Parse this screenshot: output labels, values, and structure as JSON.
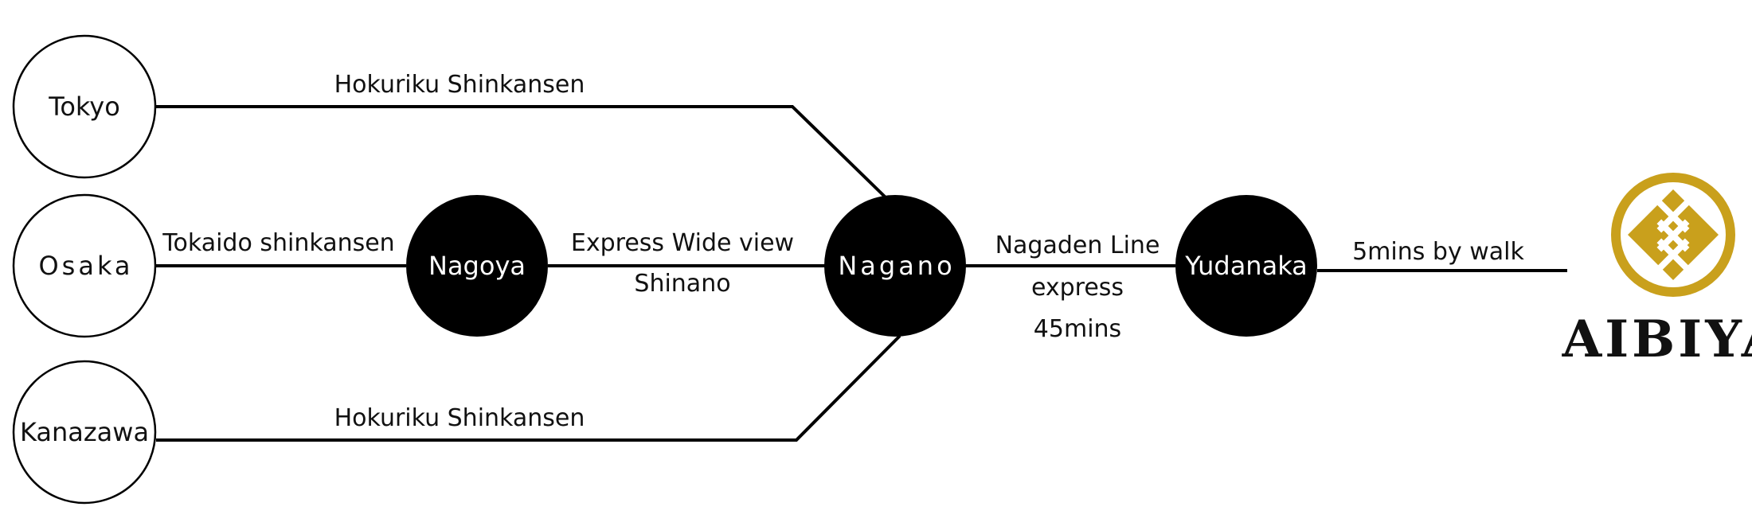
{
  "stations": {
    "tokyo": "Tokyo",
    "osaka": "Osaka",
    "kanazawa": "Kanazawa",
    "nagoya": "Nagoya",
    "nagano": "Nagano",
    "yudanaka": "Yudanaka"
  },
  "routes": {
    "tokyo_nagano": "Hokuriku Shinkansen",
    "osaka_nagoya": "Tokaido shinkansen",
    "nagoya_nagano_line1": "Express Wide view",
    "nagoya_nagano_line2": "Shinano",
    "kanazawa_nagano": "Hokuriku Shinkansen",
    "nagano_yudanaka_line1": "Nagaden Line",
    "nagano_yudanaka_line2": "express",
    "nagano_yudanaka_line3": "45mins",
    "yudanaka_aibiya": "5mins by walk"
  },
  "brand": {
    "name": "AIBIYA",
    "color": "#c9a01c"
  }
}
